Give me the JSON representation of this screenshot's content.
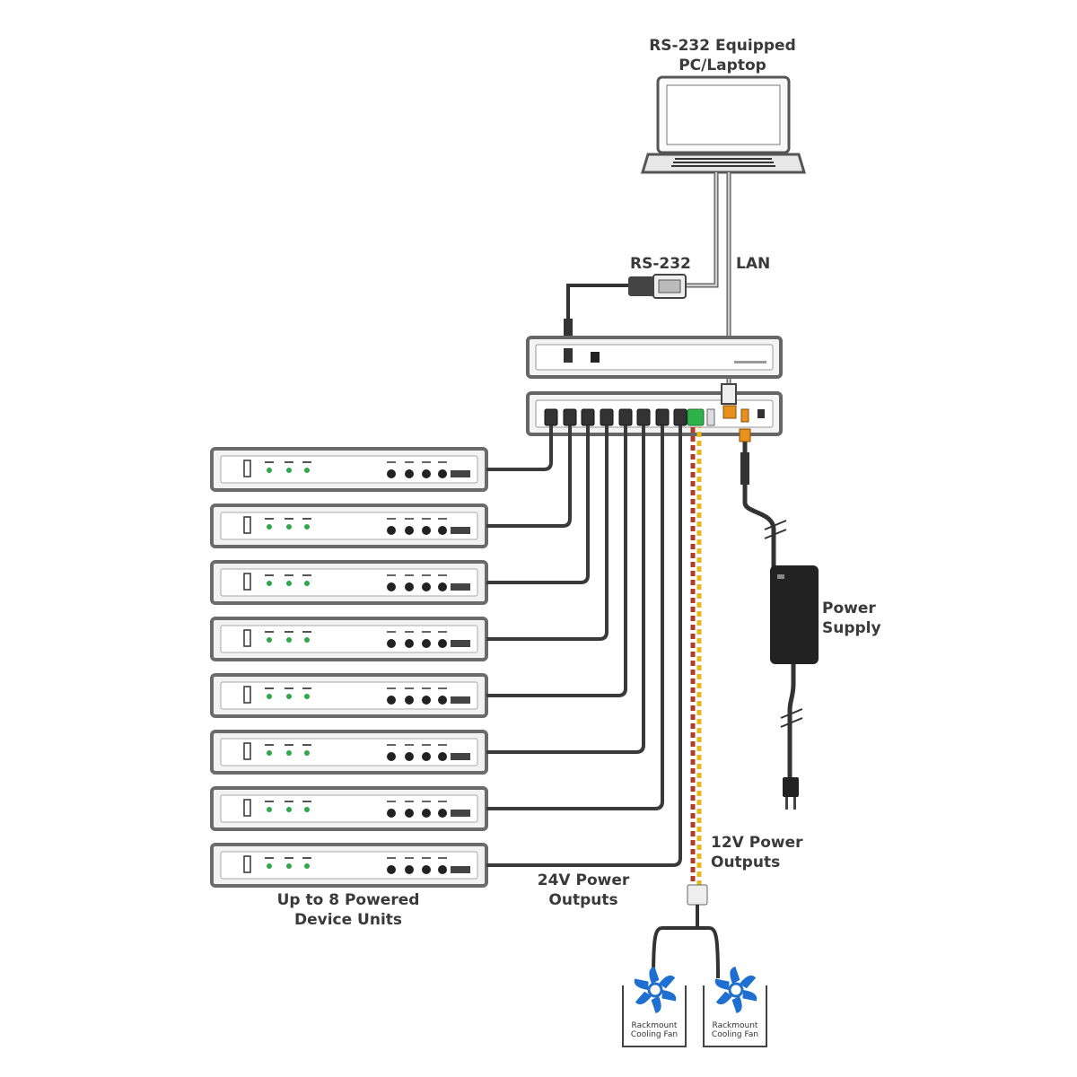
{
  "labels": {
    "pc_line1": "RS-232 Equipped",
    "pc_line2": "PC/Laptop",
    "rs232": "RS-232",
    "lan": "LAN",
    "power_supply_line1": "Power",
    "power_supply_line2": "Supply",
    "v12_line1": "12V Power",
    "v12_line2": "Outputs",
    "v24_line1": "24V Power",
    "v24_line2": "Outputs",
    "units_line1": "Up to 8 Powered",
    "units_line2": "Device Units",
    "fan1_line1": "Rackmount",
    "fan1_line2": "Cooling Fan",
    "fan2_line1": "Rackmount",
    "fan2_line2": "Cooling Fan"
  },
  "device_units": [
    "unit-1",
    "unit-2",
    "unit-3",
    "unit-4",
    "unit-5",
    "unit-6",
    "unit-7",
    "unit-8"
  ],
  "colors": {
    "device_border": "#6b6b6b",
    "device_fill": "#f2f2f2",
    "cable": "#3a3a3a",
    "led_green": "#2ea84a",
    "fan_blue": "#1f6fd0",
    "terminal_green": "#2db34a",
    "power_orange": "#e8901c"
  }
}
